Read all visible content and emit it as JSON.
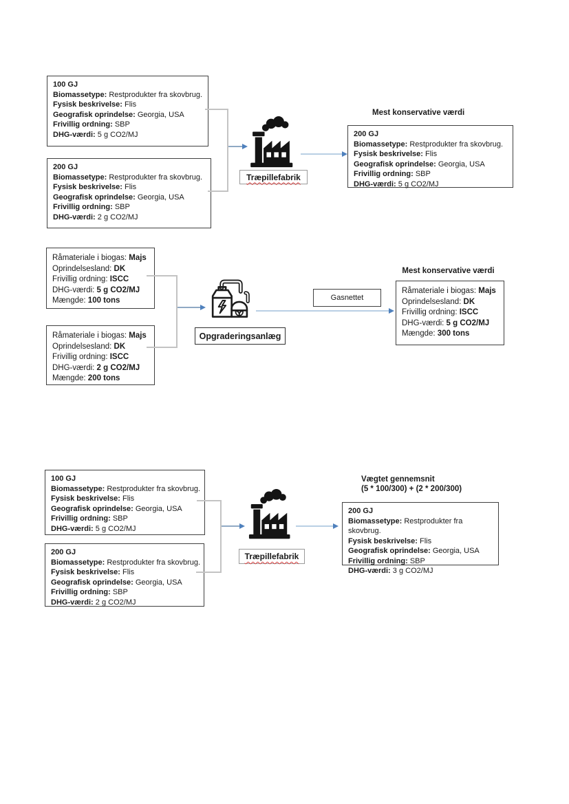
{
  "colors": {
    "arrow_blue": "#4f81bd",
    "connector_gray": "#c3c3c3",
    "thin_line_blue": "#b9cfe4",
    "box_border": "#3f3f3f",
    "squiggle_red": "#d84040",
    "icon_black": "#141414"
  },
  "icons": {
    "factory_icon": "factory-with-smokestack-and-smoke",
    "upgrading_plant_icon": "biogas-upgrading-tanks-with-bolt-and-leaf"
  },
  "diagram1": {
    "input_boxes": [
      {
        "title": "100 GJ",
        "fields": [
          {
            "label": "Biomassetype:",
            "value": "Restprodukter fra skovbrug."
          },
          {
            "label": "Fysisk beskrivelse:",
            "value": "Flis"
          },
          {
            "label": "Geografisk oprindelse:",
            "value": "Georgia, USA"
          },
          {
            "label": "Frivillig ordning:",
            "value": "SBP"
          },
          {
            "label": "DHG-værdi:",
            "value": "5 g CO2/MJ"
          }
        ]
      },
      {
        "title": "200 GJ",
        "fields": [
          {
            "label": "Biomassetype:",
            "value": "Restprodukter fra skovbrug."
          },
          {
            "label": "Fysisk beskrivelse:",
            "value": "Flis"
          },
          {
            "label": "Geografisk oprindelse:",
            "value": "Georgia, USA"
          },
          {
            "label": "Frivillig ordning:",
            "value": "SBP"
          },
          {
            "label": "DHG-værdi:",
            "value": "2 g CO2/MJ"
          }
        ]
      }
    ],
    "process_label": "Træpillefabrik",
    "result_heading": "Mest konservative værdi",
    "result_box": {
      "title": "200 GJ",
      "fields": [
        {
          "label": "Biomassetype:",
          "value": "Restprodukter fra skovbrug."
        },
        {
          "label": "Fysisk beskrivelse:",
          "value": "Flis"
        },
        {
          "label": "Geografisk oprindelse:",
          "value": "Georgia, USA"
        },
        {
          "label": "Frivillig ordning:",
          "value": "SBP"
        },
        {
          "label": "DHG-værdi:",
          "value": "5 g CO2/MJ"
        }
      ]
    }
  },
  "diagram2": {
    "input_boxes": [
      {
        "fields": [
          {
            "label": "Råmateriale i biogas:",
            "value": "Majs"
          },
          {
            "label": "Oprindelsesland:",
            "value": "DK"
          },
          {
            "label": "Frivillig ordning:",
            "value": "ISCC"
          },
          {
            "label": "DHG-værdi:",
            "value": "5 g CO2/MJ"
          },
          {
            "label": "Mængde:",
            "value": "100 tons"
          }
        ]
      },
      {
        "fields": [
          {
            "label": "Råmateriale i biogas:",
            "value": "Majs"
          },
          {
            "label": "Oprindelsesland:",
            "value": "DK"
          },
          {
            "label": "Frivillig ordning:",
            "value": "ISCC"
          },
          {
            "label": "DHG-værdi:",
            "value": "2 g CO2/MJ"
          },
          {
            "label": "Mængde:",
            "value": "200 tons"
          }
        ]
      }
    ],
    "process_label": "Opgraderingsanlæg",
    "gas_network_label": "Gasnettet",
    "result_heading": "Mest konservative værdi",
    "result_box": {
      "fields": [
        {
          "label": "Råmateriale i biogas:",
          "value": "Majs"
        },
        {
          "label": "Oprindelsesland:",
          "value": "DK"
        },
        {
          "label": "Frivillig ordning:",
          "value": "ISCC"
        },
        {
          "label": "DHG-værdi:",
          "value": "5 g CO2/MJ"
        },
        {
          "label": "Mængde:",
          "value": "300 tons"
        }
      ]
    }
  },
  "diagram3": {
    "input_boxes": [
      {
        "title": "100 GJ",
        "fields": [
          {
            "label": "Biomassetype:",
            "value": "Restprodukter fra skovbrug."
          },
          {
            "label": "Fysisk beskrivelse:",
            "value": "Flis"
          },
          {
            "label": "Geografisk oprindelse:",
            "value": "Georgia, USA"
          },
          {
            "label": "Frivillig ordning:",
            "value": "SBP"
          },
          {
            "label": "DHG-værdi:",
            "value": "5 g CO2/MJ"
          }
        ]
      },
      {
        "title": "200 GJ",
        "fields": [
          {
            "label": "Biomassetype:",
            "value": "Restprodukter fra skovbrug."
          },
          {
            "label": "Fysisk beskrivelse:",
            "value": "Flis"
          },
          {
            "label": "Geografisk oprindelse:",
            "value": "Georgia, USA"
          },
          {
            "label": "Frivillig ordning:",
            "value": "SBP"
          },
          {
            "label": "DHG-værdi:",
            "value": "2 g CO2/MJ"
          }
        ]
      }
    ],
    "process_label": "Træpillefabrik",
    "result_heading_line1": "Vægtet gennemsnit",
    "result_heading_line2": "(5 * 100/300) + (2 * 200/300)",
    "result_box": {
      "title": "200 GJ",
      "fields": [
        {
          "label": "Biomassetype:",
          "value": "Restprodukter fra skovbrug."
        },
        {
          "label": "Fysisk beskrivelse:",
          "value": "Flis"
        },
        {
          "label": "Geografisk oprindelse:",
          "value": "Georgia, USA"
        },
        {
          "label": "Frivillig ordning:",
          "value": "SBP"
        },
        {
          "label": "DHG-værdi:",
          "value": "3 g CO2/MJ"
        }
      ]
    }
  }
}
